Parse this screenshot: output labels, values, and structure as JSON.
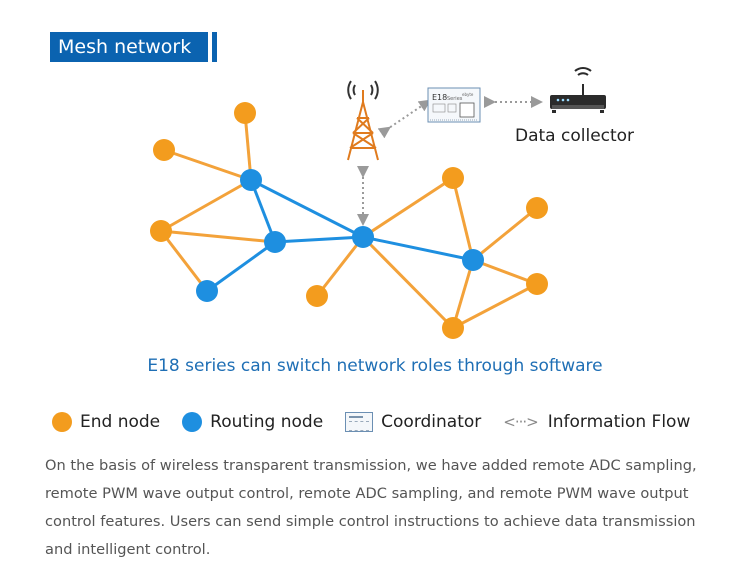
{
  "title": "Mesh network",
  "coordinator_module": {
    "label": "E18",
    "sublabel": "Series",
    "sublabel2": "ebyte"
  },
  "data_collector_label": "Data collector",
  "caption": "E18 series can switch network roles through software",
  "legend": {
    "end_node": "End node",
    "routing_node": "Routing node",
    "coordinator": "Coordinator",
    "flow_glyph": "<···>",
    "information_flow": "Information Flow"
  },
  "description": "On the basis of wireless transparent transmission, we have added remote ADC sampling, remote PWM wave output control, remote ADC sampling, and remote PWM wave output control features. Users can send simple control instructions to achieve data transmission and intelligent control.",
  "colors": {
    "end_node": "#f39c1e",
    "routing_node": "#1e8fe0",
    "title_bg": "#0b63b0",
    "caption": "#1f6fb5",
    "tower": "#e07b1e",
    "flow_arrow": "#9a9a9a"
  },
  "icons": [
    "tower-icon",
    "coordinator-module-icon",
    "router-icon"
  ]
}
